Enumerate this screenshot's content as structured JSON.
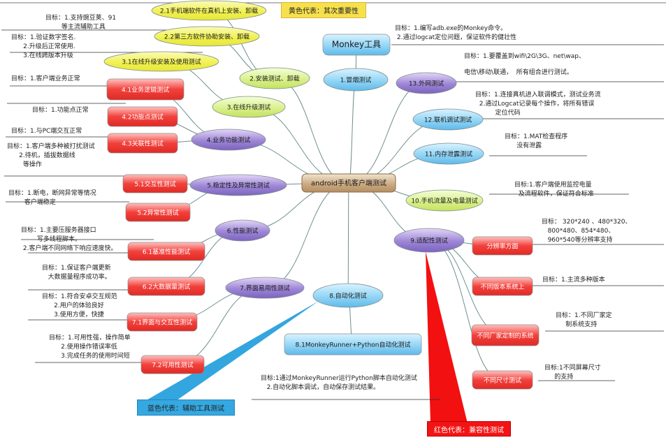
{
  "colors": {
    "yellow": "#f2f25a",
    "green": "#d7ef86",
    "blue": "#8fd3f4",
    "purple": "#8c74c9",
    "red": "#f03a36",
    "center": "#c9a77f",
    "line": "#5f7f7f"
  },
  "legends": {
    "yellow": "黄色代表：其次重要性",
    "blue": "蓝色代表：辅助工具测试",
    "red": "红色代表：兼容性测试"
  },
  "center": "android手机客户端测试",
  "nodes": [
    {
      "id": "c1",
      "label": "1.冒烟测试"
    },
    {
      "id": "c2",
      "label": "2.安装测试、卸载"
    },
    {
      "id": "c3",
      "label": "3.在线升级测试"
    },
    {
      "id": "c4",
      "label": "4.业务功能测试"
    },
    {
      "id": "c5",
      "label": "5.稳定性及异常性测试"
    },
    {
      "id": "c6",
      "label": "6.性能测试"
    },
    {
      "id": "c7",
      "label": "7.界面易用性测试"
    },
    {
      "id": "c8",
      "label": "8.自动化测试"
    },
    {
      "id": "c9",
      "label": "9.适配性测试"
    },
    {
      "id": "c10",
      "label": "10.手机流量及电量测试"
    },
    {
      "id": "c11",
      "label": "11.内存泄露测试"
    },
    {
      "id": "c12",
      "label": "12.联机调试测试"
    },
    {
      "id": "c13",
      "label": "13.外网测试"
    },
    {
      "id": "s21",
      "label": "2.1手机端软件在真机上安装、卸载"
    },
    {
      "id": "s22",
      "label": "2.2第三方软件协助安装、卸载"
    },
    {
      "id": "s31",
      "label": "3.1在线升级安装及使用测试"
    },
    {
      "id": "s41",
      "label": "4.1业务逻辑测试"
    },
    {
      "id": "s42",
      "label": "4.2功能点测试"
    },
    {
      "id": "s43",
      "label": "4.3关联性测试"
    },
    {
      "id": "s51",
      "label": "5.1交互性测试"
    },
    {
      "id": "s52",
      "label": "5.2异常性测试"
    },
    {
      "id": "s61",
      "label": "6.1基准性能测试"
    },
    {
      "id": "s62",
      "label": "6.2大数据量测试"
    },
    {
      "id": "s71",
      "label": "7.1界面与交互性测试"
    },
    {
      "id": "s72",
      "label": "7.2可用性测试"
    },
    {
      "id": "s81",
      "label": "8.1MonkeyRunner+Python自动化测试"
    },
    {
      "id": "s91",
      "label": "分辨率方面"
    },
    {
      "id": "s92",
      "label": "不同版本系统上"
    },
    {
      "id": "s93",
      "label": "不同厂家定制的系统"
    },
    {
      "id": "s94",
      "label": "不同尺寸测试"
    },
    {
      "id": "monkey",
      "label": "Monkey工具"
    }
  ],
  "notes": [
    {
      "id": "n_s21",
      "text": "目标：1.支持豌豆荚、91\n        等主流辅助工具"
    },
    {
      "id": "n_s22",
      "text": "目标：1.验证数字签名.\n      2.升级后正常使用.\n      3.在线跨版本升级"
    },
    {
      "id": "n_s41",
      "text": "目标：1.客户端业务正常"
    },
    {
      "id": "n_s42",
      "text": "目标：1.功能点正常"
    },
    {
      "id": "n_s43a",
      "text": "目标：1.与PC端交互正常"
    },
    {
      "id": "n_s43b",
      "text": "目标：1.客户端多种被打扰测试\n      2.待机，插拔数据线\n        等操作"
    },
    {
      "id": "n_s52",
      "text": "目标：1.断电，断网异常等情况\n        客户端稳定"
    },
    {
      "id": "n_s61",
      "text": "目标：1.主要压服务器接口\n        写多线程脚本。\n 2.客户端不同网络下响应速度快。"
    },
    {
      "id": "n_s62",
      "text": "目标：1.保证客户端更新\n   大数据量程序成功率。"
    },
    {
      "id": "n_s71",
      "text": "目标：1.符合安卓交互规范\n      2.用户的体验良好\n      3.使用方便，快捷"
    },
    {
      "id": "n_s72",
      "text": "目标：1.可用性强，操作简单\n      2.使用操作错误率低\n      3.完成任务的使用时间短"
    },
    {
      "id": "n_s81",
      "text": "目标:1通过MonkeyRunner运行Python脚本自动化测试\n   2.自动化脚本调试，自动保存测试结果。"
    },
    {
      "id": "n_monkey",
      "text": "目标：1.编写adb.exe的Monkey命令。\n 2.通过logcat定位问题，保证软件的健壮性"
    },
    {
      "id": "n_c13a",
      "text": "目标：1.要覆盖到wifi\\2G\\3G、net\\wap、"
    },
    {
      "id": "n_c13b",
      "text": "电信\\移动\\联通，  所有组合进行测试。"
    },
    {
      "id": "n_c12",
      "text": "目标：1.连接真机进入联调模式，测试业务流\n  2.通过Logcat记录每个操作，将所有错误\n          定位代码"
    },
    {
      "id": "n_c11",
      "text": "目标：1.MAT检查程序\n      没有泄露"
    },
    {
      "id": "n_c10",
      "text": "目标:1.客户端使用监控电量\n  及流程软件，保证符合标准"
    },
    {
      "id": "n_s91",
      "text": "目标： 320*240 、480*320、\n   800*480、854*480、\n   960*540等分辨率支持"
    },
    {
      "id": "n_s92",
      "text": "目标：1.主流多种版本"
    },
    {
      "id": "n_s93",
      "text": "目标：1.不同厂家定\n     制系统支持"
    },
    {
      "id": "n_s94",
      "text": "目标:1不同屏幕尺寸\n     的支持"
    }
  ]
}
